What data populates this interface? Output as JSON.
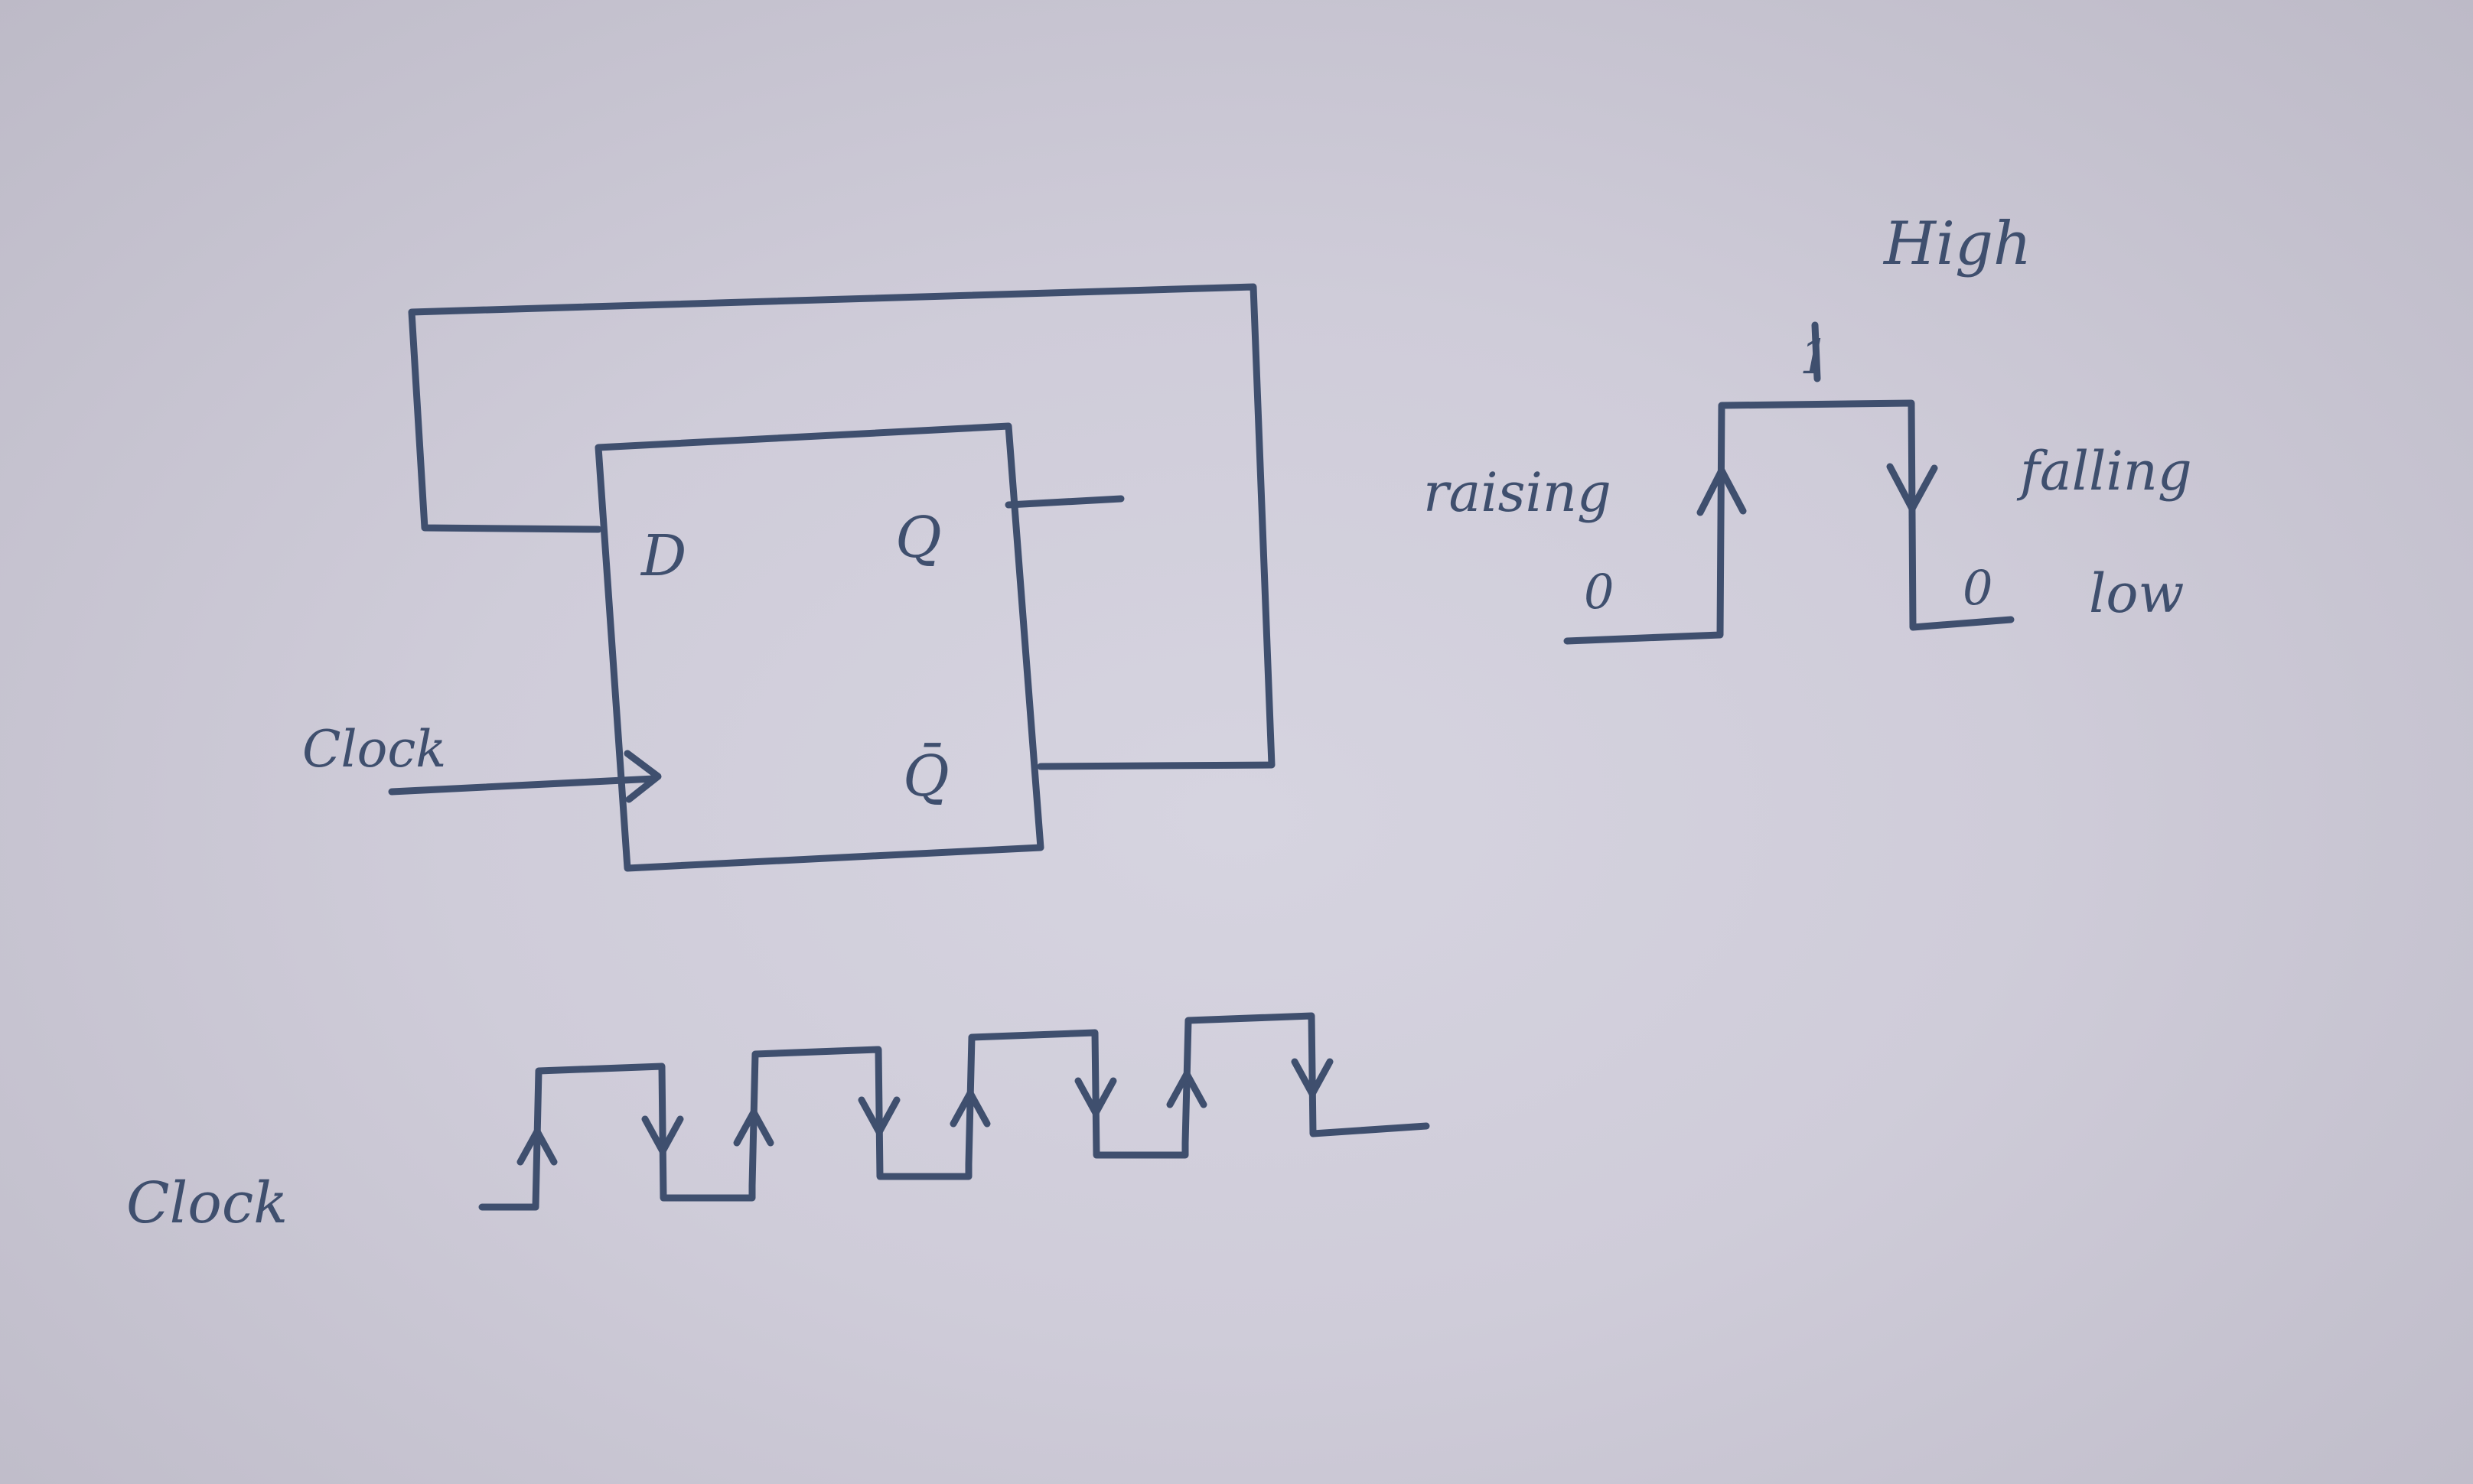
{
  "flipflop": {
    "d_label": "D",
    "q_label": "Q",
    "qbar_label": "Q̄",
    "clock_label": "Clock"
  },
  "edge_diagram": {
    "high_label": "High",
    "one_label": "1",
    "rising_label": "raising",
    "falling_label": "falling",
    "zero_left_label": "0",
    "zero_right_label": "0",
    "low_label": "low"
  },
  "clock_wave": {
    "label": "Clock",
    "pulses": 4
  },
  "colors": {
    "ink": "#3f4f6e",
    "paper": "#d2d0dc"
  }
}
